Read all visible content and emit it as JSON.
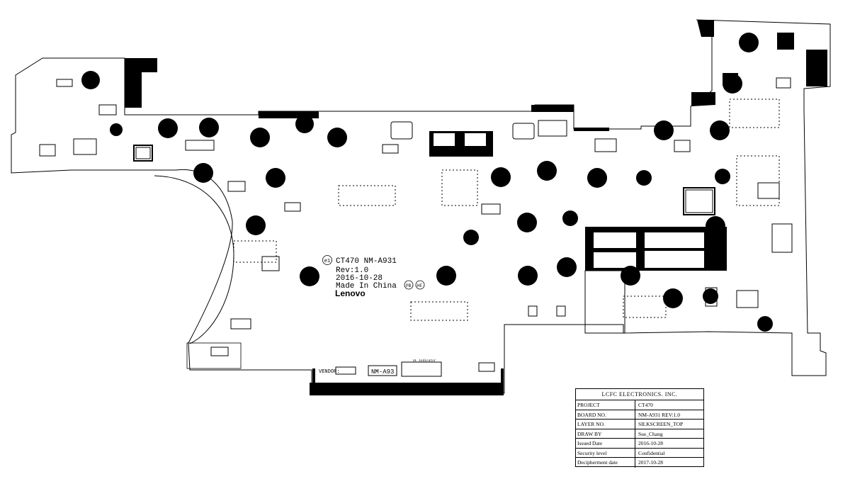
{
  "board": {
    "model_line": "CT470 NM-A931",
    "revision": "Rev:1.0",
    "date": "2016-10-28",
    "origin": "Made In China",
    "brand": "Lenovo",
    "vendor_label": "VENDOR:",
    "board_code_box": "NM-A93",
    "ul_indicator": "UL indicator"
  },
  "title_block": {
    "company": "LCFC ELECTRONICS. INC.",
    "rows": [
      {
        "key": "PROJECT",
        "value": "CT470"
      },
      {
        "key": "BOARD NO.",
        "value": "NM-A931   REV:1.0"
      },
      {
        "key": "LAYER NO.",
        "value": "SILKSCREEN_TOP"
      },
      {
        "key": "DRAW BY",
        "value": "Sue_Chang"
      },
      {
        "key": "Issued  Date",
        "value": "2016-10-28"
      },
      {
        "key": "Security level",
        "value": "Confidential"
      },
      {
        "key": "Decipherment date",
        "value": "2017-10-28"
      }
    ]
  },
  "colors": {
    "silkscreen": "#000000",
    "background": "#ffffff"
  }
}
